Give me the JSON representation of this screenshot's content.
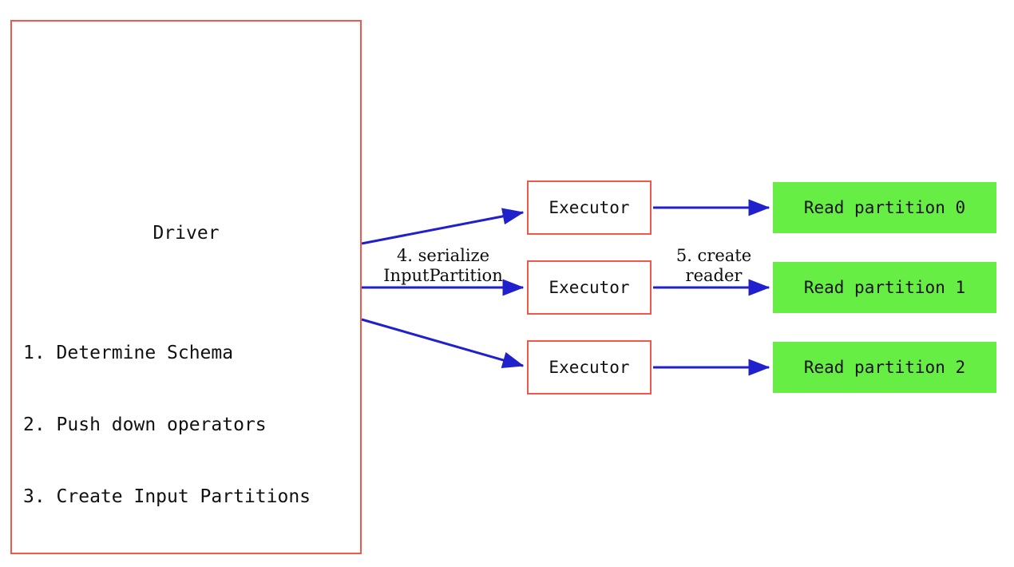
{
  "colors": {
    "box_border_red": "#f0594a",
    "partition_green": "#66ee44",
    "arrow_blue": "#2020cc",
    "text": "#111111",
    "background": "#ffffff"
  },
  "driver": {
    "title": "Driver",
    "steps": [
      "1. Determine Schema",
      "2. Push down operators",
      "3. Create Input Partitions"
    ]
  },
  "executors": [
    {
      "label": "Executor"
    },
    {
      "label": "Executor"
    },
    {
      "label": "Executor"
    }
  ],
  "partitions": [
    {
      "label": "Read partition 0"
    },
    {
      "label": "Read partition 1"
    },
    {
      "label": "Read partition 2"
    }
  ],
  "edge_labels": {
    "serialize": "4. serialize\nInputPartition",
    "serialize_line1": "4. serialize",
    "serialize_line2": "InputPartition",
    "create_reader": "5. create\nreader",
    "create_reader_line1": "5. create",
    "create_reader_line2": "reader"
  },
  "edges": [
    {
      "from": "driver",
      "to": "executor-0",
      "label": "4. serialize InputPartition"
    },
    {
      "from": "driver",
      "to": "executor-1",
      "label": "4. serialize InputPartition"
    },
    {
      "from": "driver",
      "to": "executor-2",
      "label": "4. serialize InputPartition"
    },
    {
      "from": "executor-0",
      "to": "partition-0",
      "label": "5. create reader"
    },
    {
      "from": "executor-1",
      "to": "partition-1",
      "label": "5. create reader"
    },
    {
      "from": "executor-2",
      "to": "partition-2",
      "label": "5. create reader"
    }
  ]
}
